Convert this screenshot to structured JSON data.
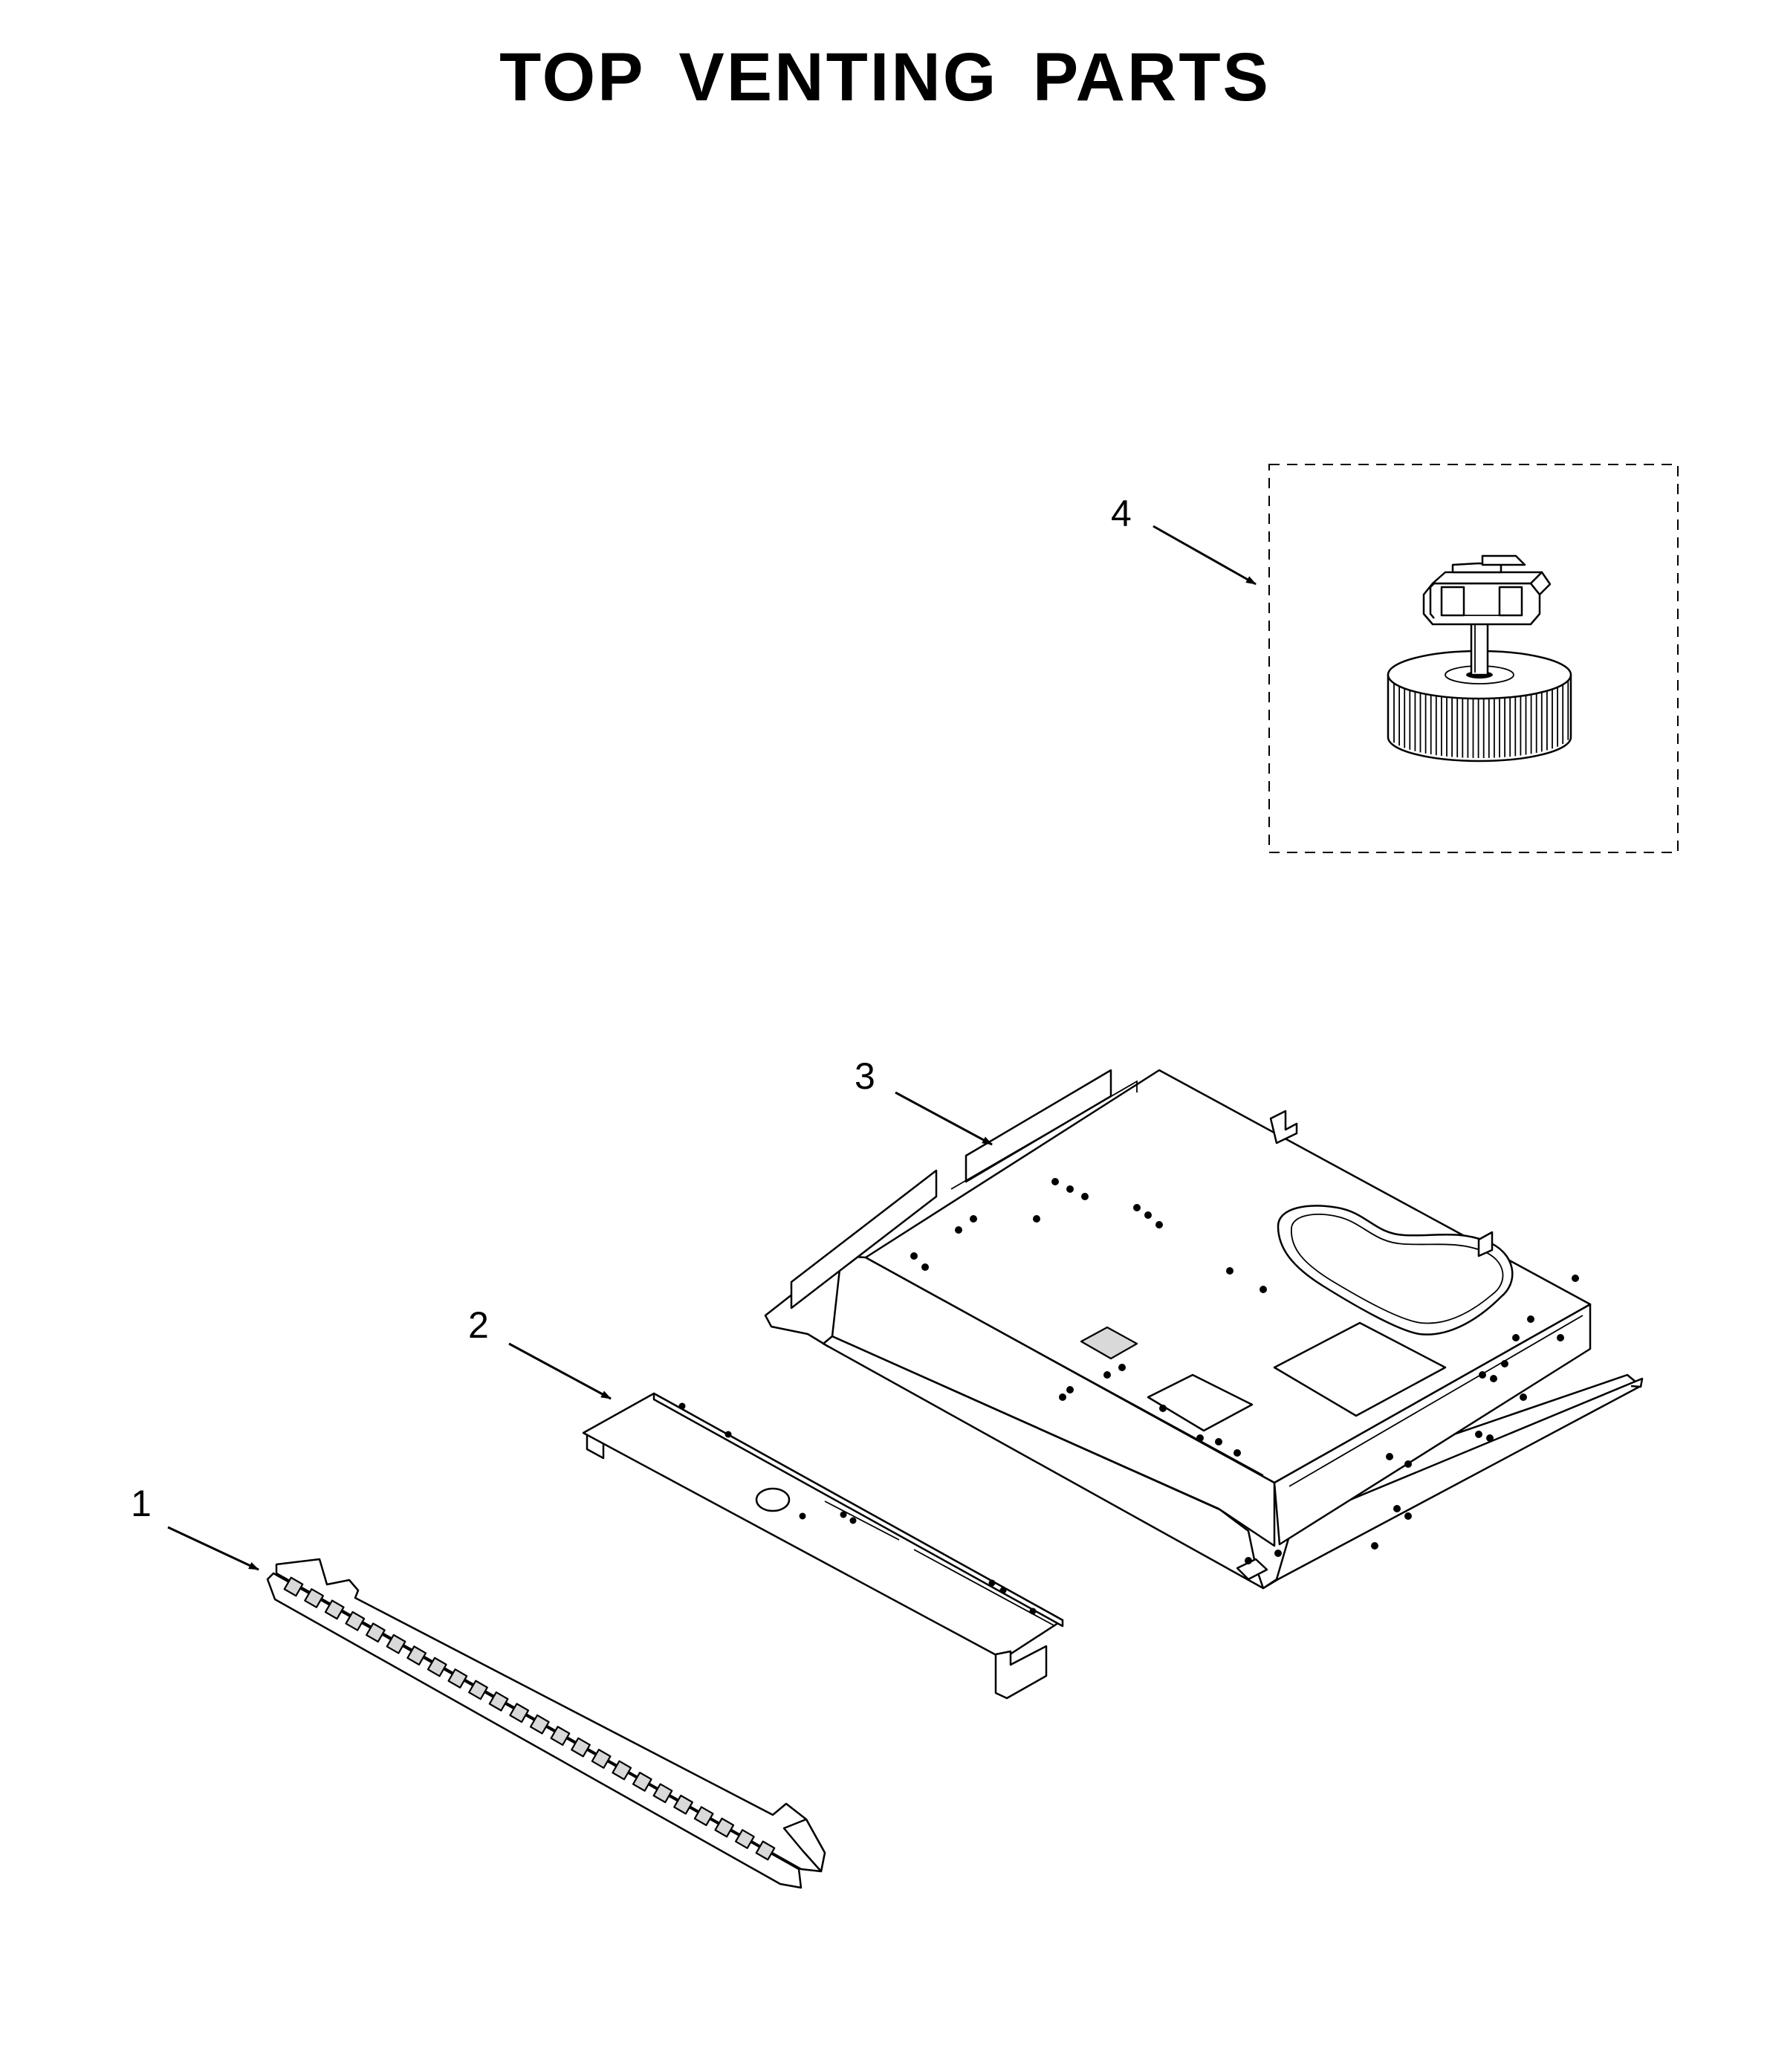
{
  "title": "TOP VENTING PARTS",
  "callouts": [
    {
      "id": "1",
      "label": "1"
    },
    {
      "id": "2",
      "label": "2"
    },
    {
      "id": "3",
      "label": "3"
    },
    {
      "id": "4",
      "label": "4"
    }
  ],
  "colors": {
    "ink": "#000000",
    "background": "#ffffff",
    "shade": "#d9d9d9"
  }
}
